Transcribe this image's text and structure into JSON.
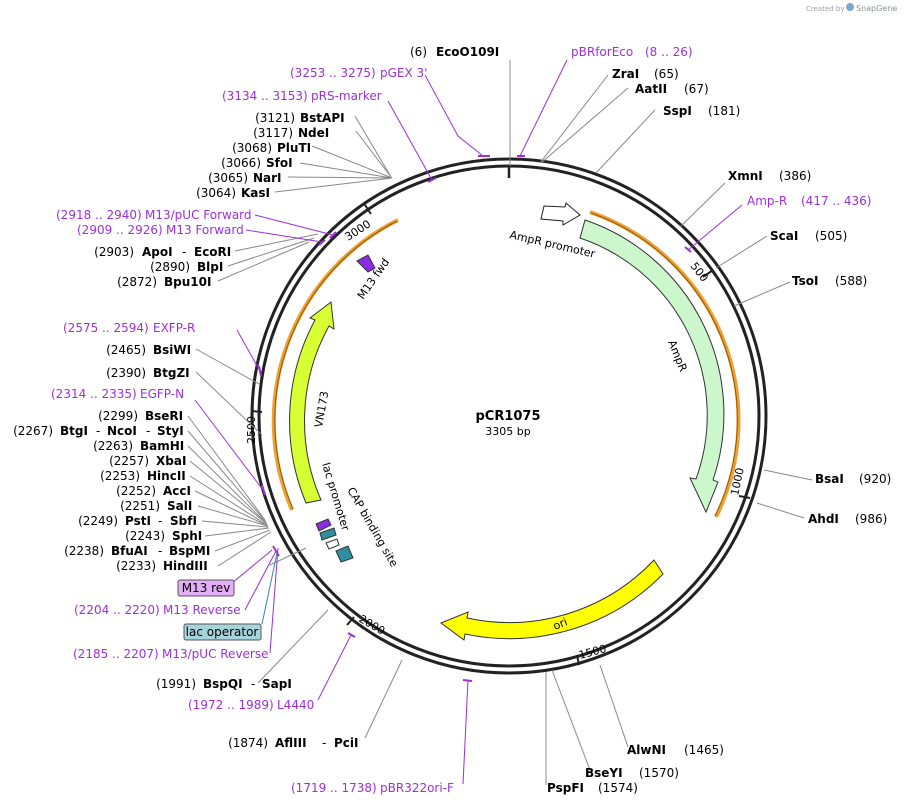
{
  "header": {
    "credit_text": "Created by",
    "brand_text": "SnapGene",
    "brand_icon": "snapgene-logo-icon"
  },
  "plasmid": {
    "name": "pCR1075",
    "length_text": "3305 bp"
  },
  "ticks": [
    "500",
    "1000",
    "1500",
    "2000",
    "2500",
    "3000"
  ],
  "features": {
    "ampr_promoter": "AmpR promoter",
    "ampr": "AmpR",
    "ori": "ori",
    "vn173": "VN173",
    "lac_promoter": "lac promoter",
    "cap_site": "CAP binding site",
    "m13_fwd": "M13 fwd"
  },
  "boxes": {
    "m13_rev": "M13 rev",
    "lac_operator": "lac operator"
  },
  "enzymes_right": [
    {
      "pos": "(6)",
      "name": "EcoO109I"
    },
    {
      "name": "ZraI",
      "pos": "(65)"
    },
    {
      "name": "AatII",
      "pos": "(67)"
    },
    {
      "name": "SspI",
      "pos": "(181)"
    },
    {
      "name": "XmnI",
      "pos": "(386)"
    },
    {
      "name": "ScaI",
      "pos": "(505)"
    },
    {
      "name": "TsoI",
      "pos": "(588)"
    },
    {
      "name": "BsaI",
      "pos": "(920)"
    },
    {
      "name": "AhdI",
      "pos": "(986)"
    },
    {
      "name": "AlwNI",
      "pos": "(1465)"
    },
    {
      "name": "BseYI",
      "pos": "(1570)"
    },
    {
      "name": "PspFI",
      "pos": "(1574)"
    }
  ],
  "enzymes_left": [
    {
      "pos": "(3121)",
      "name": "BstAPI"
    },
    {
      "pos": "(3117)",
      "name": "NdeI"
    },
    {
      "pos": "(3068)",
      "name": "PluTI"
    },
    {
      "pos": "(3066)",
      "name": "SfoI"
    },
    {
      "pos": "(3065)",
      "name": "NarI"
    },
    {
      "pos": "(3064)",
      "name": "KasI"
    },
    {
      "pos": "(2903)",
      "name": "ApoI",
      "sep": "-",
      "name2": "EcoRI"
    },
    {
      "pos": "(2890)",
      "name": "BlpI"
    },
    {
      "pos": "(2872)",
      "name": "Bpu10I"
    },
    {
      "pos": "(2465)",
      "name": "BsiWI"
    },
    {
      "pos": "(2390)",
      "name": "BtgZI"
    },
    {
      "pos": "(2299)",
      "name": "BseRI"
    },
    {
      "pos": "(2267)",
      "name": "BtgI",
      "sep": "-",
      "name2": "NcoI",
      "sep2": "-",
      "name3": "StyI"
    },
    {
      "pos": "(2263)",
      "name": "BamHI"
    },
    {
      "pos": "(2257)",
      "name": "XbaI"
    },
    {
      "pos": "(2253)",
      "name": "HincII"
    },
    {
      "pos": "(2252)",
      "name": "AccI"
    },
    {
      "pos": "(2251)",
      "name": "SalI"
    },
    {
      "pos": "(2249)",
      "name": "PstI",
      "sep": "-",
      "name2": "SbfI"
    },
    {
      "pos": "(2243)",
      "name": "SphI"
    },
    {
      "pos": "(2238)",
      "name": "BfuAI",
      "sep": "-",
      "name2": "BspMI"
    },
    {
      "pos": "(2233)",
      "name": "HindIII"
    },
    {
      "pos": "(1991)",
      "name": "BspQI",
      "sep": "-",
      "name2": "SapI"
    },
    {
      "pos": "(1874)",
      "name": "AflIII",
      "sep": "-",
      "name2": "PciI"
    }
  ],
  "primers": [
    {
      "name": "pBRforEco",
      "range": "(8 .. 26)"
    },
    {
      "name": "pGEX 3'",
      "range": "(3253 .. 3275)"
    },
    {
      "name": "pRS-marker",
      "range": "(3134 .. 3153)"
    },
    {
      "name": "Amp-R",
      "range": "(417 .. 436)"
    },
    {
      "name": "M13/pUC Forward",
      "range": "(2918 .. 2940)"
    },
    {
      "name": "M13 Forward",
      "range": "(2909 .. 2926)"
    },
    {
      "name": "EXFP-R",
      "range": "(2575 .. 2594)"
    },
    {
      "name": "EGFP-N",
      "range": "(2314 .. 2335)"
    },
    {
      "name": "M13 Reverse",
      "range": "(2204 .. 2220)"
    },
    {
      "name": "M13/pUC Reverse",
      "range": "(2185 .. 2207)"
    },
    {
      "name": "L4440",
      "range": "(1972 .. 1989)"
    },
    {
      "name": "pBR322ori-F",
      "range": "(1719 .. 1738)"
    }
  ],
  "colors": {
    "backbone": "#222222",
    "primer": "#9b30d9",
    "ampr_fill": "#ccf6cc",
    "ampr_promoter_fill": "#ffffff",
    "ori_fill": "#ffff00",
    "vn173_fill": "#d8ff33",
    "orf_line": "#f0a030",
    "m13_fill": "#8a2be2",
    "lac_fill": "#2f8fa0",
    "m13_rev_box": "#e3aef5",
    "lac_operator_box": "#a5d4dc"
  }
}
